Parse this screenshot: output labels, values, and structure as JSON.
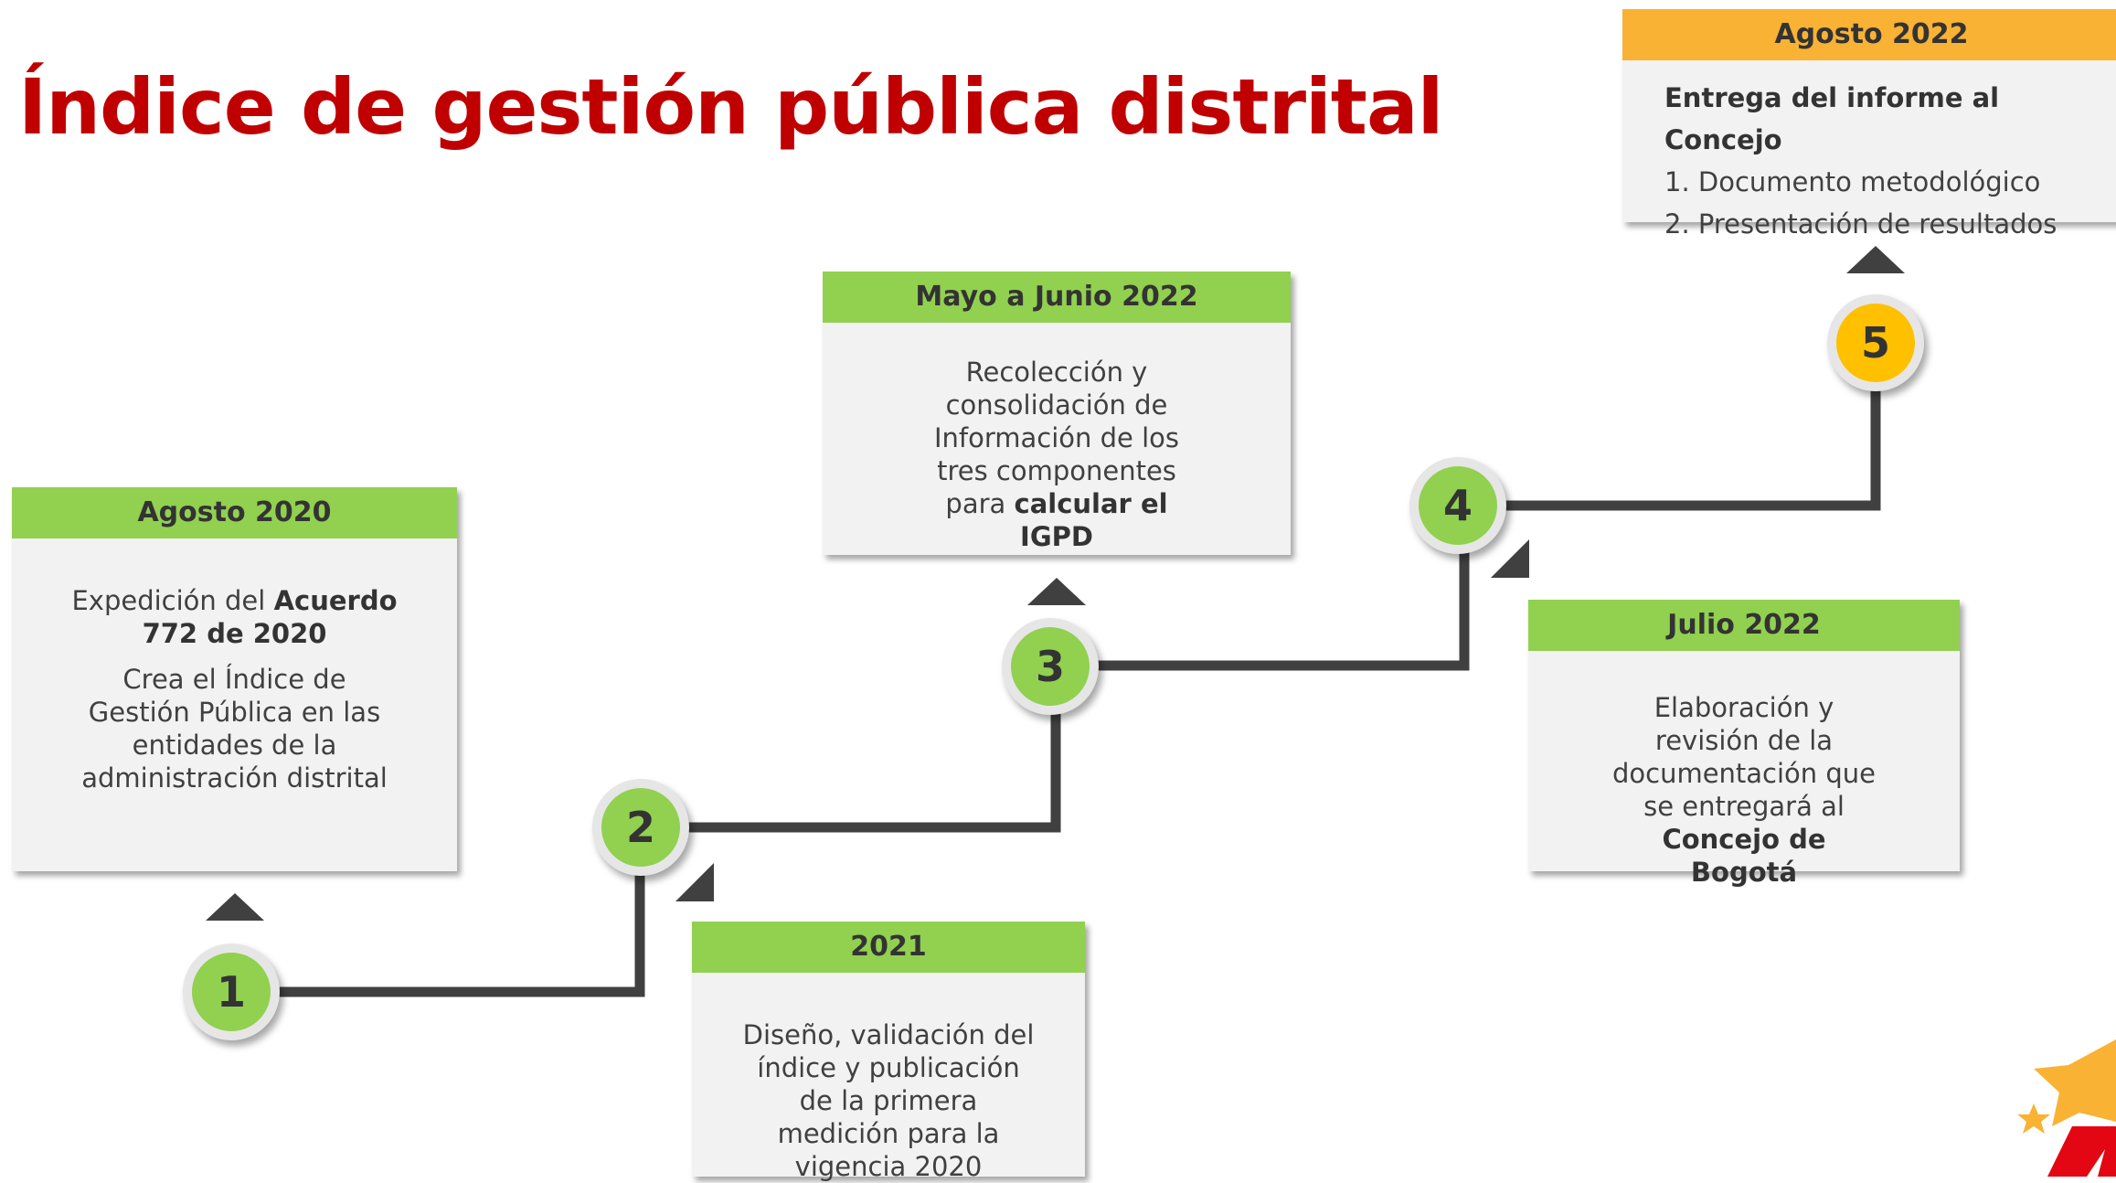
{
  "title": "Índice de gestión pública distrital",
  "colors": {
    "title": "#c00000",
    "green": "#92d050",
    "yellow": "#f9b233",
    "circle_yellow": "#ffc000",
    "line": "#404040"
  },
  "milestones": [
    {
      "number": "1",
      "date": "Agosto 2020",
      "pre": "Expedición del ",
      "bold": "Acuerdo 772 de 2020",
      "text2": "Crea el Índice de Gestión Pública en las entidades de la administración distrital"
    },
    {
      "number": "2",
      "date": "2021",
      "text": "Diseño, validación del índice y publicación de la primera medición para la vigencia 2020"
    },
    {
      "number": "3",
      "date": "Mayo a Junio 2022",
      "text": "Recolección y consolidación de Información de los tres componentes para",
      "bold": "calcular el IGPD"
    },
    {
      "number": "4",
      "date": "Julio 2022",
      "text": "Elaboración y revisión de la documentación que se entregará al",
      "bold": "Concejo de Bogotá"
    },
    {
      "number": "5",
      "date": "Agosto 2022",
      "lead": "Entrega del informe al Concejo",
      "items": [
        "1. Documento metodológico",
        "2. Presentación de resultados"
      ]
    }
  ]
}
